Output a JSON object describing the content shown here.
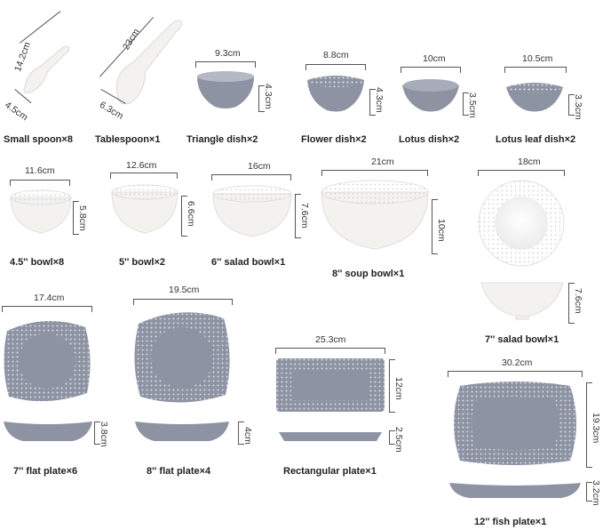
{
  "colors": {
    "glaze_grey": "#8e93a3",
    "glaze_dark": "#7a7f90",
    "porcelain": "#f4f3f1",
    "pattern": "#d9dbe2"
  },
  "items": {
    "small_spoon": {
      "label": "Small spoon×8",
      "dim_a": "14.2cm",
      "dim_b": "4.5cm"
    },
    "tablespoon": {
      "label": "Tablespoon×1",
      "dim_a": "23cm",
      "dim_b": "6.3cm"
    },
    "triangle_dish": {
      "label": "Triangle dish×2",
      "width": "9.3cm",
      "height": "4.3cm"
    },
    "flower_dish": {
      "label": "Flower dish×2",
      "width": "8.8cm",
      "height": "4.3cm"
    },
    "lotus_dish": {
      "label": "Lotus dish×2",
      "width": "10cm",
      "height": "3.5cm"
    },
    "lotus_leaf_dish": {
      "label": "Lotus leaf dish×2",
      "width": "10.5cm",
      "height": "3.3cm"
    },
    "bowl_45": {
      "label": "4.5'' bowl×8",
      "width": "11.6cm",
      "height": "5.8cm"
    },
    "bowl_5": {
      "label": "5'' bowl×2",
      "width": "12.6cm",
      "height": "6.6cm"
    },
    "salad_bowl_6": {
      "label": "6'' salad bowl×1",
      "width": "16cm",
      "height": "7.6cm"
    },
    "soup_bowl_8": {
      "label": "8'' soup bowl×1",
      "width": "21cm",
      "height": "10cm"
    },
    "salad_bowl_7": {
      "label": "7'' salad bowl×1",
      "width": "18cm",
      "height": "7.6cm"
    },
    "flat_plate_7": {
      "label": "7'' flat plate×6",
      "width": "17.4cm",
      "height": "3.8cm"
    },
    "flat_plate_8": {
      "label": "8'' flat plate×4",
      "width": "19.5cm",
      "height": "4cm"
    },
    "rect_plate": {
      "label": "Rectangular plate×1",
      "width": "25.3cm",
      "height": "12cm",
      "height2": "2.5cm"
    },
    "fish_plate": {
      "label": "12'' fish plate×1",
      "width": "30.2cm",
      "height": "19.3cm",
      "height2": "3.2cm"
    }
  }
}
